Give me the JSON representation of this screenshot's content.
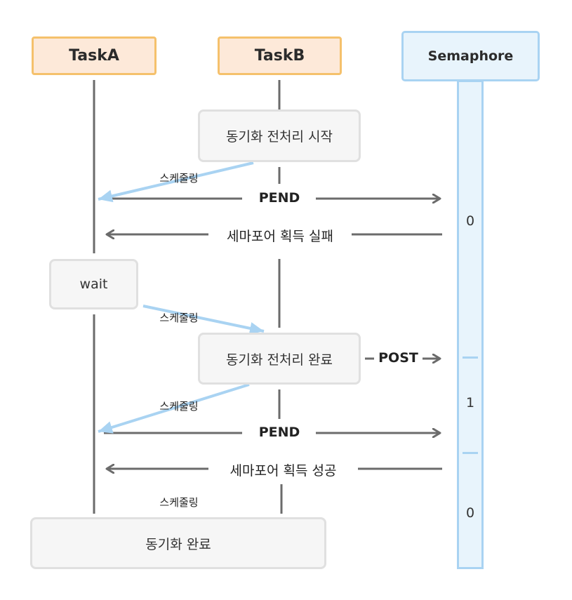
{
  "lanes": {
    "task_a": "TaskA",
    "task_b": "TaskB",
    "semaphore": "Semaphore"
  },
  "steps": {
    "pre_start": "동기화 전처리 시작",
    "wait": "wait",
    "pre_done": "동기화 전처리 완료",
    "sync_done": "동기화 완료"
  },
  "messages": {
    "sched_1": "스케줄링",
    "pend_1": "PEND",
    "fail": "세마포어 획득 실패",
    "sched_2": "스케줄링",
    "post": "POST",
    "sched_3": "스케줄링",
    "pend_2": "PEND",
    "success": "세마포어 획득 성공",
    "sched_4": "스케줄링"
  },
  "semaphore_values": [
    "0",
    "1",
    "0"
  ],
  "colors": {
    "task_border": "#f5c16c",
    "task_fill": "#fde9d9",
    "semaphore_border": "#a9d3f2",
    "semaphore_fill": "#e8f4fc",
    "line": "#6b6b6b",
    "schedule_arrow": "#a9d3f2"
  }
}
